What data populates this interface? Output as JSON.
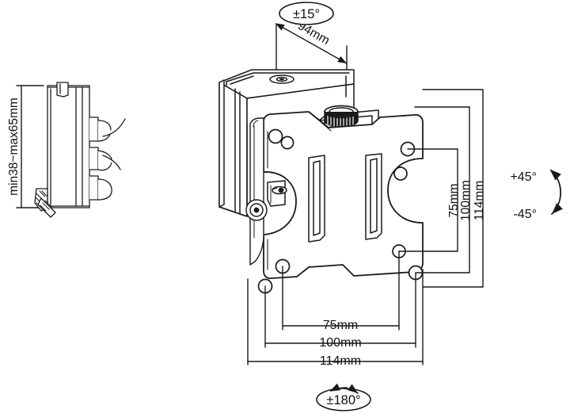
{
  "drawing": {
    "title": "VESA Monitor Wall Mount Technical Drawing",
    "line_color": "#1a1a1a",
    "fill_color": "#ffffff",
    "background": "#ffffff"
  },
  "side_view": {
    "name": "side-profile-view",
    "dimension_label": "min38~max65mm"
  },
  "main_view": {
    "name": "isometric-assembly-view",
    "depth_dimension": "94mm",
    "tilt_badge": "±15°",
    "swivel_badge": "±180°",
    "rotation_top": "+45°",
    "rotation_bottom": "-45°"
  },
  "dimensions": {
    "horizontal": [
      {
        "label": "75mm",
        "value": 75,
        "unit": "mm"
      },
      {
        "label": "100mm",
        "value": 100,
        "unit": "mm"
      },
      {
        "label": "114mm",
        "value": 114,
        "unit": "mm"
      }
    ],
    "vertical": [
      {
        "label": "75mm",
        "value": 75,
        "unit": "mm"
      },
      {
        "label": "100mm",
        "value": 100,
        "unit": "mm"
      },
      {
        "label": "114mm",
        "value": 114,
        "unit": "mm"
      }
    ],
    "depth": {
      "label": "94mm",
      "value": 94,
      "unit": "mm"
    },
    "bracket_range": {
      "label": "min38~max65mm",
      "min": 38,
      "max": 65,
      "unit": "mm"
    }
  },
  "angles": {
    "tilt": {
      "label": "±15°",
      "value": 15
    },
    "rotate_up": {
      "label": "+45°",
      "value": 45
    },
    "rotate_down": {
      "label": "-45°",
      "value": -45
    },
    "swivel": {
      "label": "±180°",
      "value": 180
    }
  }
}
